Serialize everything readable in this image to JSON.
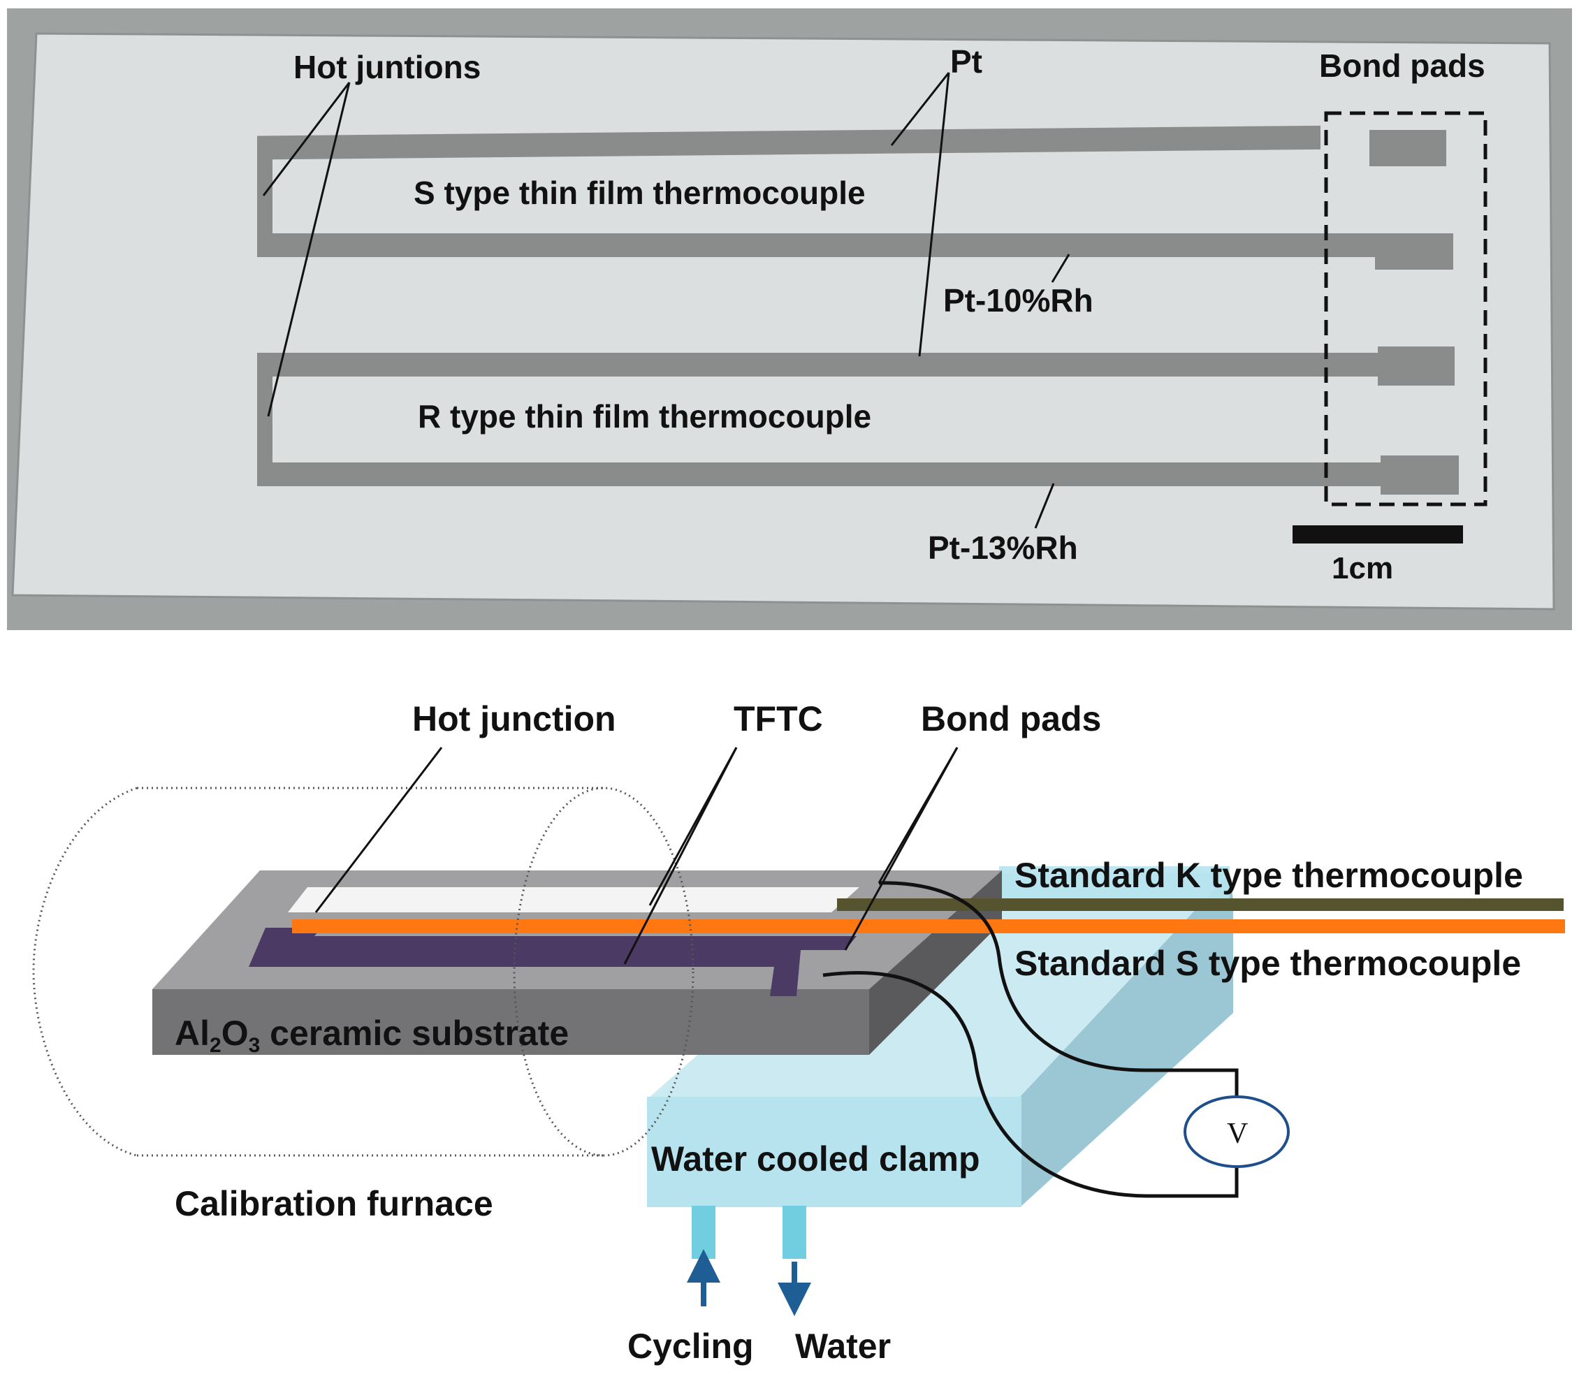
{
  "photo": {
    "labels": {
      "hot_junctions": "Hot juntions",
      "pt": "Pt",
      "bond_pads": "Bond pads",
      "s_type": "S  type thin film thermocouple",
      "r_type": "R  type thin film thermocouple",
      "pt_10rh": "Pt-10%Rh",
      "pt_13rh": "Pt-13%Rh",
      "scale": "1cm"
    },
    "colors": {
      "background": "#9ea2a1",
      "substrate": "#dcdfdf",
      "film": "#8a8c8c"
    }
  },
  "schematic": {
    "labels": {
      "hot_junction": "Hot junction",
      "tftc": "TFTC",
      "bond_pads": "Bond pads",
      "standard_k": "Standard K type thermocouple",
      "standard_s": "Standard S type thermocouple",
      "substrate_prefix": "Al",
      "substrate_sub1": "2",
      "substrate_mid": "O",
      "substrate_sub2": "3",
      "substrate_suffix": " ceramic substrate",
      "water_clamp": "Water cooled clamp",
      "calibration_furnace": "Calibration furnace",
      "voltmeter": "V",
      "cycling": "Cycling",
      "water": "Water"
    },
    "colors": {
      "substrate_top": "#a0a0a2",
      "substrate_front": "#737375",
      "film": "#4a3a64",
      "s_wire": "#ff7710",
      "k_wire": "#56532f",
      "clamp": "#b6e3ee",
      "pipe": "#71cde0",
      "arrow": "#1f5e95",
      "voltmeter": "#1e4e8c"
    }
  }
}
